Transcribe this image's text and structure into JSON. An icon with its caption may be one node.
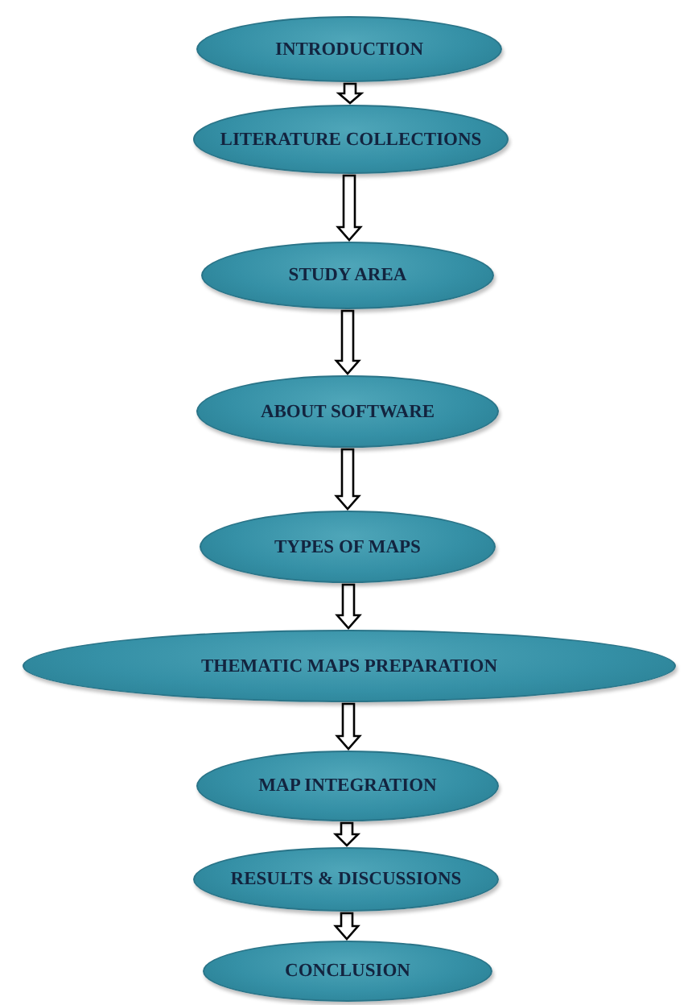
{
  "diagram": {
    "nodes": [
      {
        "text": [
          "INTRODUCTION"
        ]
      },
      {
        "text": [
          "LITERATURE COLLECTIONS"
        ]
      },
      {
        "text": [
          "STUDY AREA"
        ]
      },
      {
        "text": [
          "ABOUT SOFTWARE"
        ]
      },
      {
        "text": [
          "TYPES OF MAPS"
        ]
      },
      {
        "text": [
          "THEMATIC MAPS PREPARATION"
        ]
      },
      {
        "text": [
          "MAP INTEGRATION"
        ]
      },
      {
        "text": [
          "RESULTS & DISCUSSIONS"
        ]
      },
      {
        "text": [
          "CONCLUSION"
        ]
      }
    ],
    "edges": [
      {
        "from": 0,
        "to": 1,
        "arrow": "to"
      },
      {
        "from": 1,
        "to": 2,
        "arrow": "to"
      },
      {
        "from": 2,
        "to": 3,
        "arrow": "to"
      },
      {
        "from": 3,
        "to": 4,
        "arrow": "to"
      },
      {
        "from": 4,
        "to": 5,
        "arrow": "to"
      },
      {
        "from": 5,
        "to": 6,
        "arrow": "to"
      },
      {
        "from": 6,
        "to": 7,
        "arrow": "to"
      },
      {
        "from": 7,
        "to": 8,
        "arrow": "to"
      }
    ]
  }
}
